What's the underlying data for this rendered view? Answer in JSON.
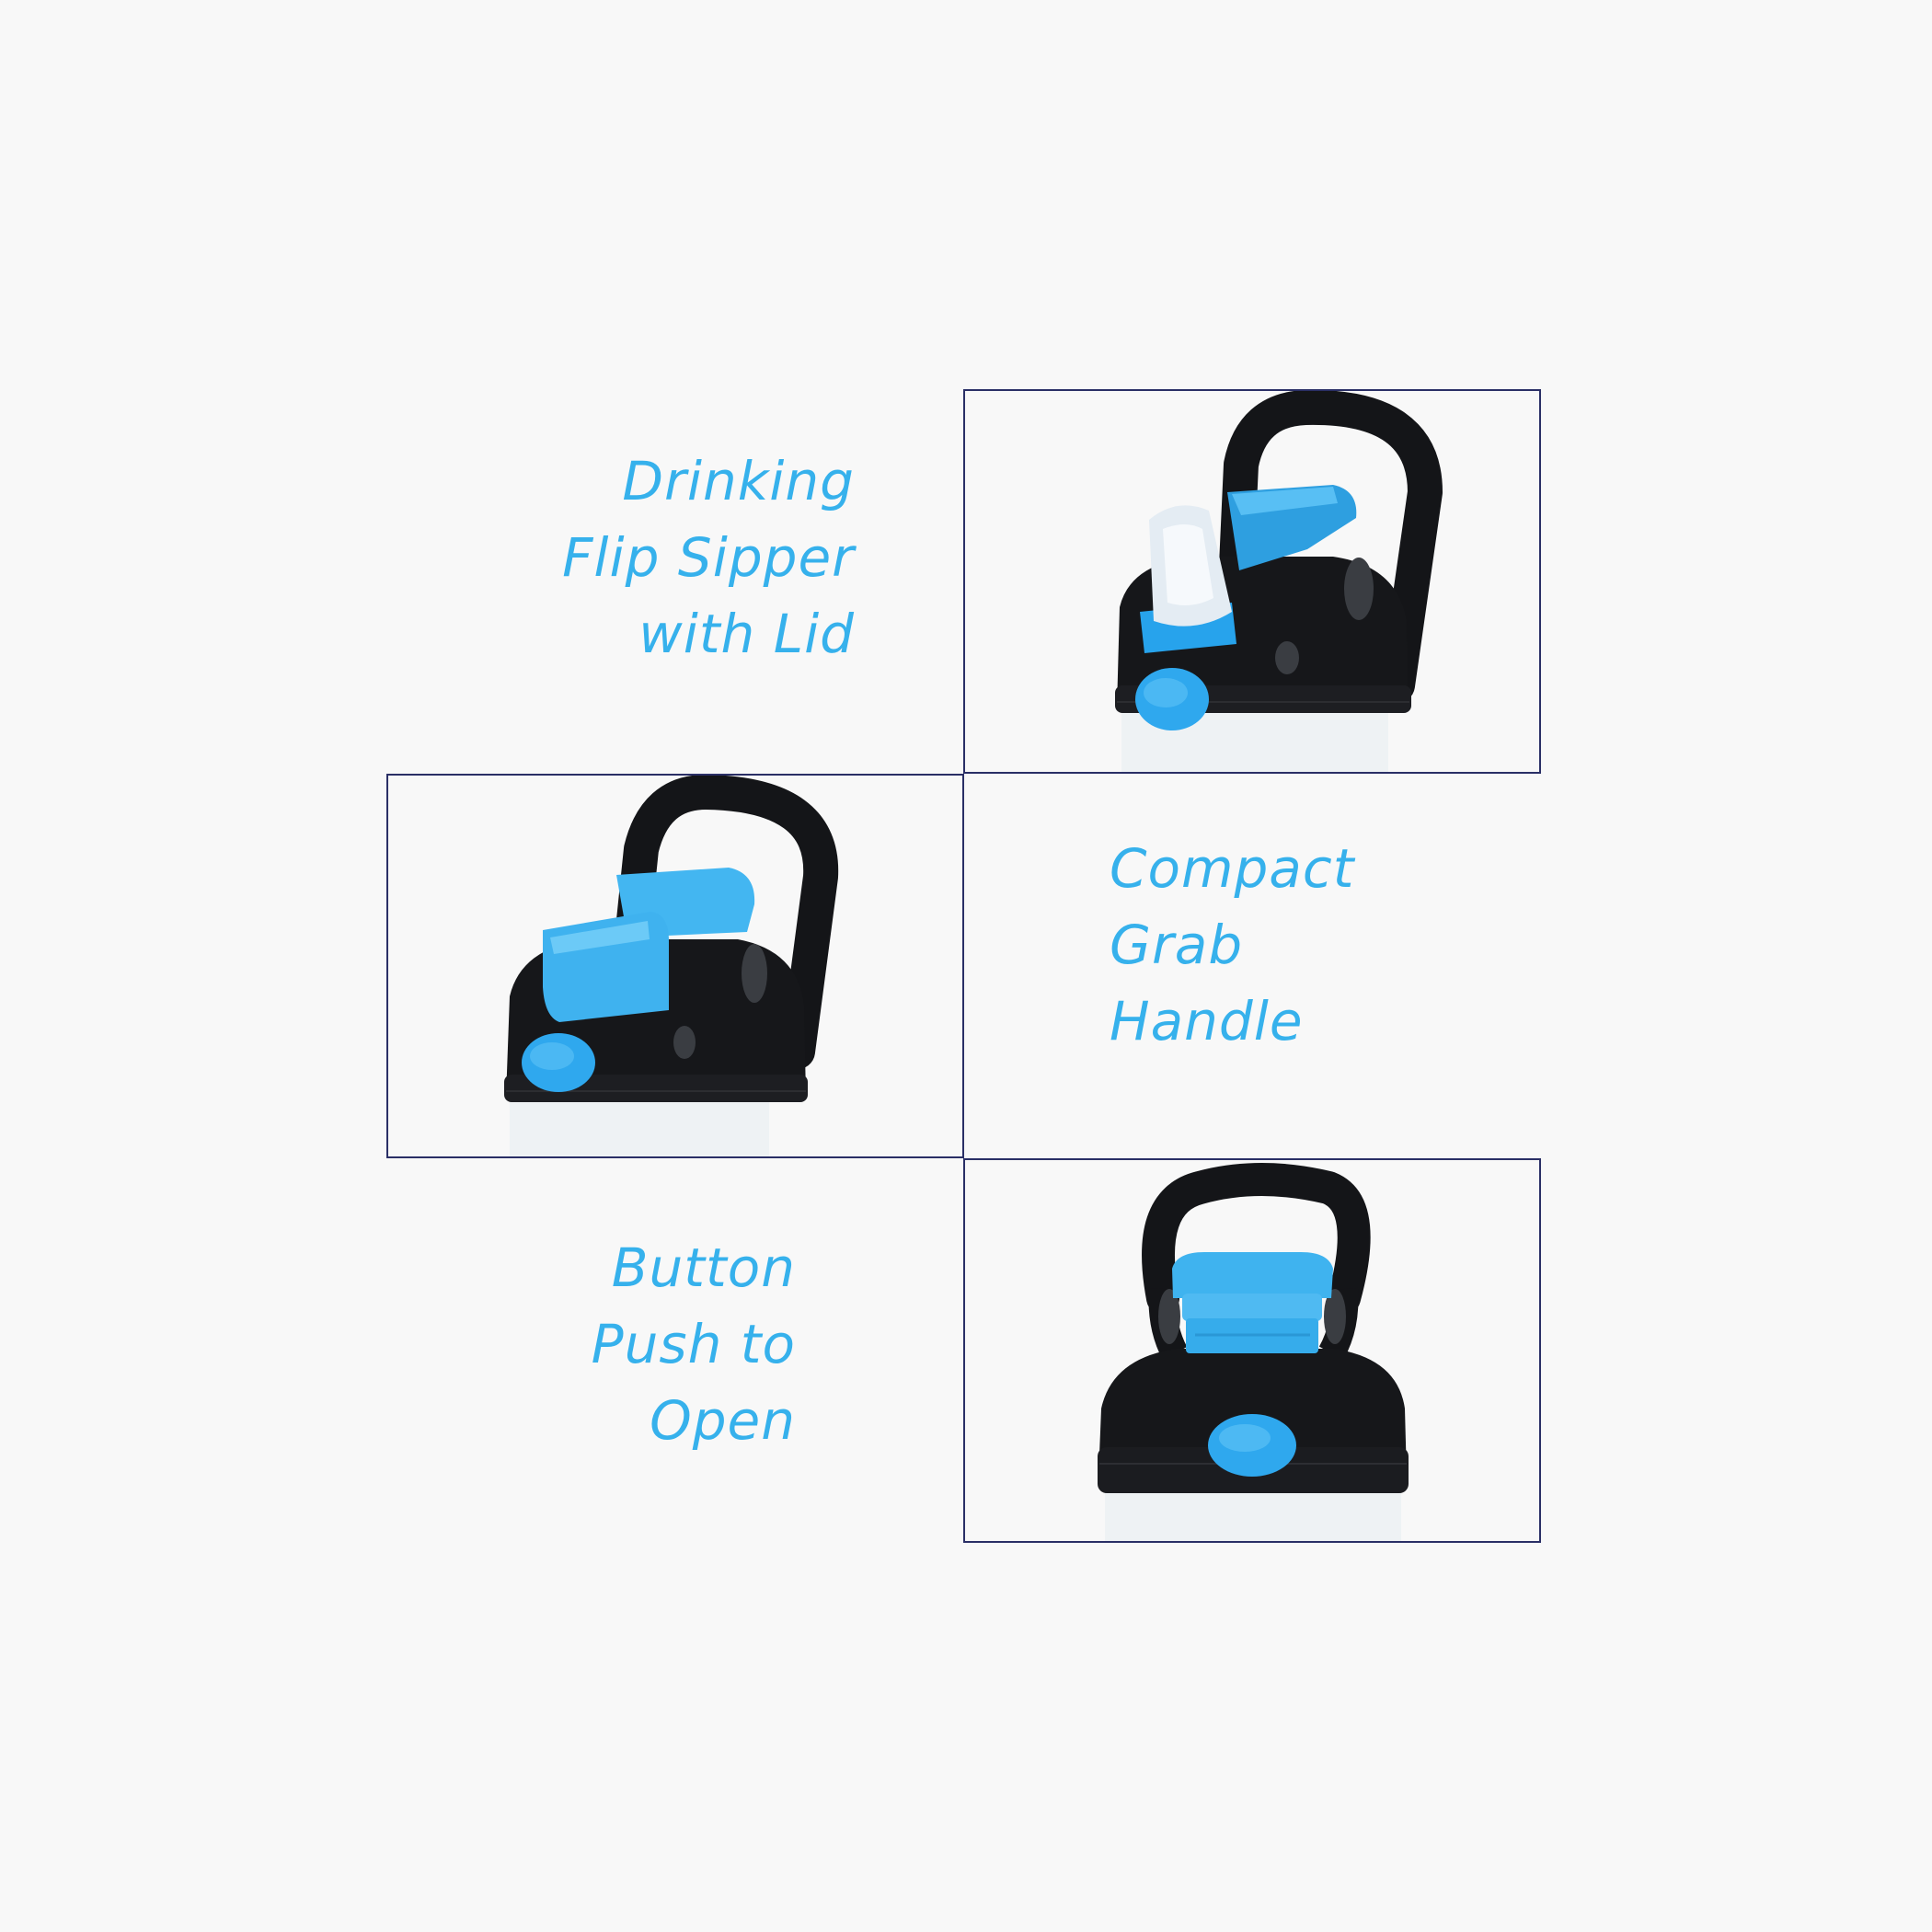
{
  "captions": {
    "top": [
      "Drinking",
      "Flip Sipper",
      "with Lid"
    ],
    "middle": [
      "Compact",
      "Grab",
      "Handle"
    ],
    "bottom": [
      "Button",
      "Push to",
      "Open"
    ]
  },
  "colors": {
    "accent": "#36b1ec",
    "frame": "#2a2f66",
    "lid": "#151619",
    "button": "#2fa8ee",
    "background": "#f8f8f8"
  },
  "icons": {
    "top": "open-flip-sipper-bottle-lid",
    "middle": "closed-bottle-lid-with-handle",
    "bottom": "bottle-lid-front-push-button"
  }
}
